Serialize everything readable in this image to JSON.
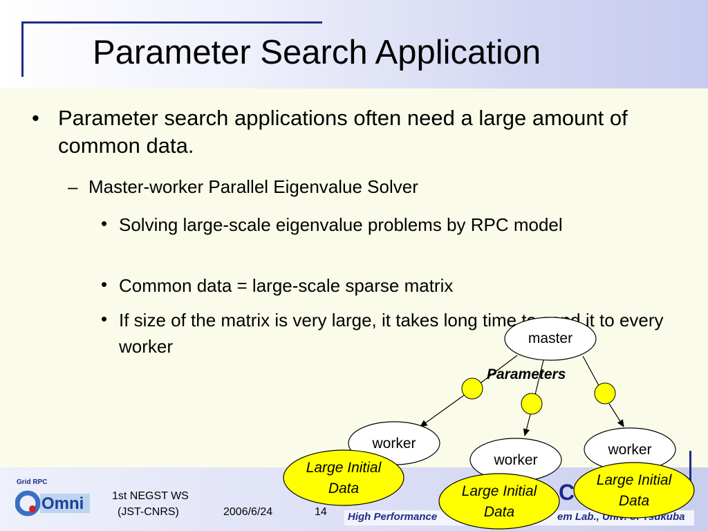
{
  "slide": {
    "title": "Parameter Search Application",
    "bullet1": "Parameter search applications often need a large amount of common data.",
    "bullet1_marker": "•",
    "sub_marker": "–",
    "sub_bullet": "Master-worker Parallel Eigenvalue Solver",
    "subsub_marker": "•",
    "subsub_bullets": [
      "Solving large-scale eigenvalue problems by RPC model",
      "Common data = large-scale sparse matrix",
      "If size of the matrix is very large, it takes long time to send it to every worker"
    ]
  },
  "diagram": {
    "master_label": "master",
    "parameters_label": "Parameters",
    "worker_labels": [
      "worker",
      "worker",
      "worker"
    ],
    "data_label_line1": "Large Initial",
    "data_label_line2": "Data"
  },
  "footer": {
    "logo_top": "Grid RPC",
    "logo_main": "Omni",
    "event_line1": "1st NEGST WS",
    "event_line2": "(JST-CNRS)",
    "date": "2006/6/24",
    "page_number": "14",
    "hp_left": "High Performance",
    "hp_right": "em Lab., Univ. of Tsukuba",
    "cs_fragment": "CS"
  },
  "colors": {
    "accent": "#1c2b8a",
    "yellow": "#ffff00",
    "background": "#fbfbe9"
  }
}
